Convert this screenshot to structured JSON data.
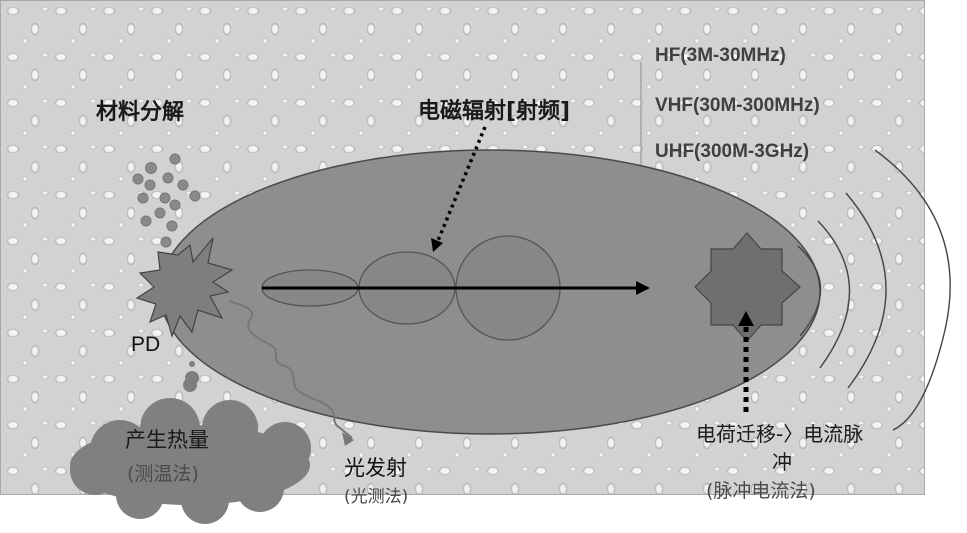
{
  "labels": {
    "material_decomposition": "材料分解",
    "em_radiation": "电磁辐射[射频]",
    "pd": "PD",
    "heat": "产生热量",
    "heat_method": "(测温法)",
    "light": "光发射",
    "light_method": "(光测法)",
    "charge_line1": "电荷迁移-〉电流脉",
    "charge_line2": "冲",
    "charge_method": "(脉冲电流法)"
  },
  "bands": [
    {
      "label": "HF(3M-30MHz)"
    },
    {
      "label": "VHF(30M-300MHz)"
    },
    {
      "label": "UHF(300M-3GHz)"
    }
  ],
  "colors": {
    "background_texture": "#d2d2d2",
    "ellipse_fill": "#8e8e8e",
    "shape_fill": "#808080",
    "star_fill": "#6f6f6f",
    "stroke": "#444444",
    "arrow": "#000000"
  }
}
